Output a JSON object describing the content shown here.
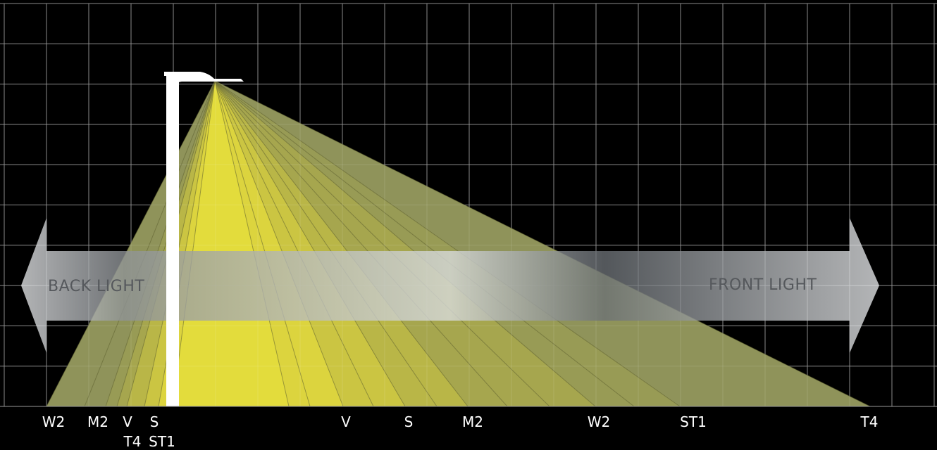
{
  "arrows": {
    "back_label": "BACK LIGHT",
    "front_label": "FRONT LIGHT"
  },
  "distribution_labels": {
    "back_row1": [
      "W2",
      "M2",
      "V",
      "S"
    ],
    "back_row2": [
      "T4",
      "ST1"
    ],
    "front": [
      "V",
      "S",
      "M2",
      "W2",
      "ST1",
      "T4"
    ]
  },
  "colors": {
    "background": "#000000",
    "grid": "#7a7a7a",
    "beam_outer": "#8f935a",
    "beam_core": "#e3dc3c",
    "pole": "#ffffff",
    "arrow_fill": "#c9cccf",
    "arrow_text": "#55585c",
    "label_text": "#ffffff"
  }
}
